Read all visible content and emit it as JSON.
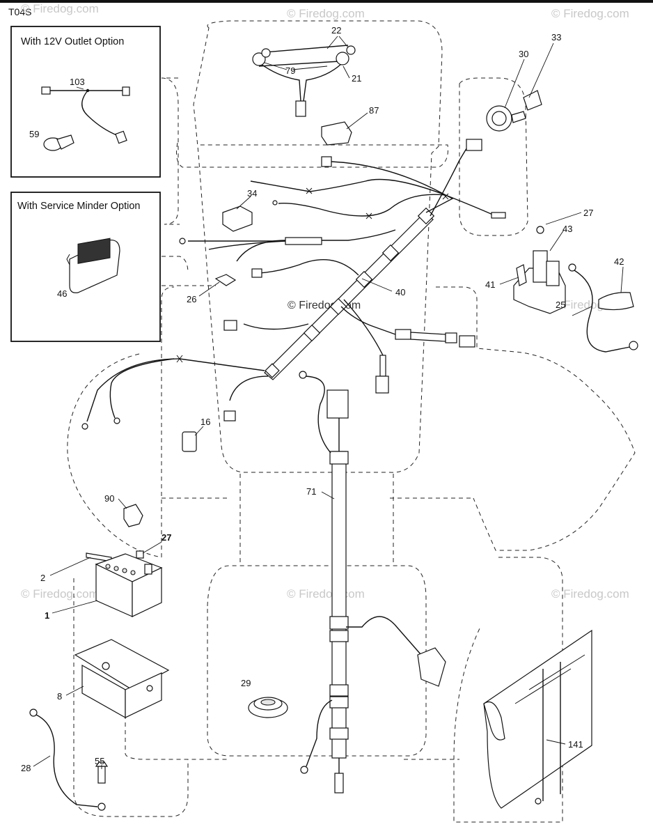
{
  "diagram_code": "T04S",
  "watermark": {
    "text": "© Firedog.com",
    "center_text": "© Firedog.com"
  },
  "options": {
    "outlet_title": "With 12V Outlet Option",
    "minder_title": "With Service Minder Option"
  },
  "callouts": [
    {
      "num": "22",
      "bold": false
    },
    {
      "num": "79",
      "bold": false
    },
    {
      "num": "21",
      "bold": false
    },
    {
      "num": "87",
      "bold": false
    },
    {
      "num": "30",
      "bold": false
    },
    {
      "num": "33",
      "bold": false
    },
    {
      "num": "103",
      "bold": false
    },
    {
      "num": "59",
      "bold": false
    },
    {
      "num": "34",
      "bold": false
    },
    {
      "num": "27",
      "bold": false
    },
    {
      "num": "43",
      "bold": false
    },
    {
      "num": "42",
      "bold": false
    },
    {
      "num": "41",
      "bold": false
    },
    {
      "num": "46",
      "bold": false
    },
    {
      "num": "26",
      "bold": false
    },
    {
      "num": "40",
      "bold": false
    },
    {
      "num": "25",
      "bold": false
    },
    {
      "num": "16",
      "bold": false
    },
    {
      "num": "71",
      "bold": false
    },
    {
      "num": "90",
      "bold": false
    },
    {
      "num": "27",
      "bold": true
    },
    {
      "num": "2",
      "bold": false
    },
    {
      "num": "1",
      "bold": true
    },
    {
      "num": "8",
      "bold": false
    },
    {
      "num": "29",
      "bold": false
    },
    {
      "num": "28",
      "bold": false
    },
    {
      "num": "55",
      "bold": false
    },
    {
      "num": "141",
      "bold": false
    }
  ]
}
